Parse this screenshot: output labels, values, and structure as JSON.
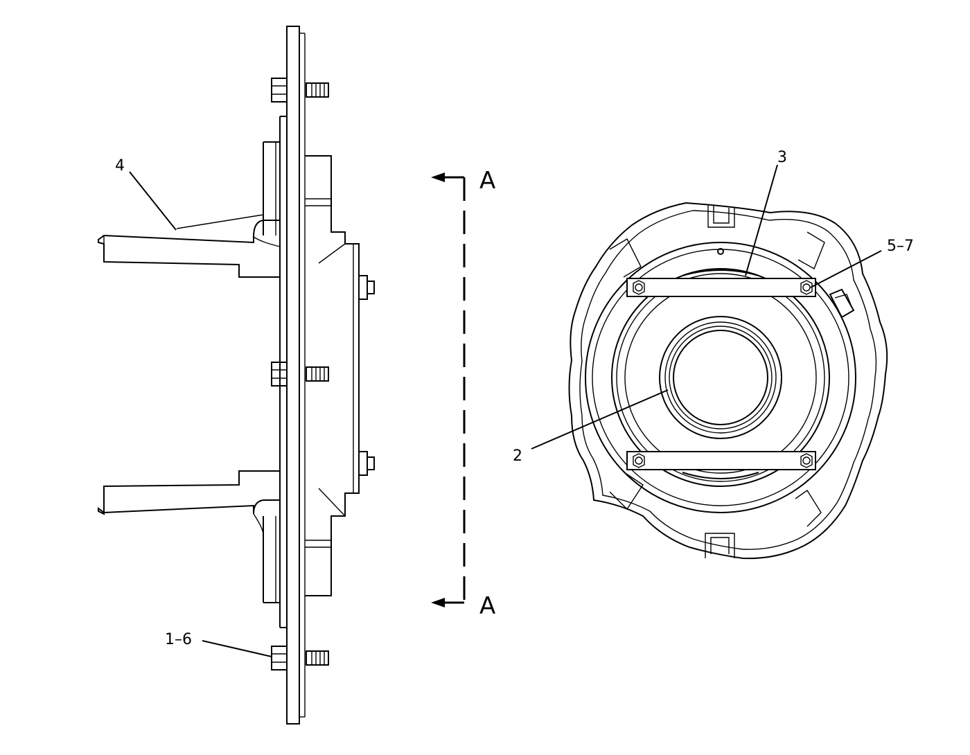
{
  "diagram": {
    "callouts": {
      "c1": "1–6",
      "c2": "2",
      "c3": "3",
      "c4": "4",
      "c5": "5–7"
    },
    "section_marker": {
      "top": "A",
      "bottom": "A"
    }
  }
}
